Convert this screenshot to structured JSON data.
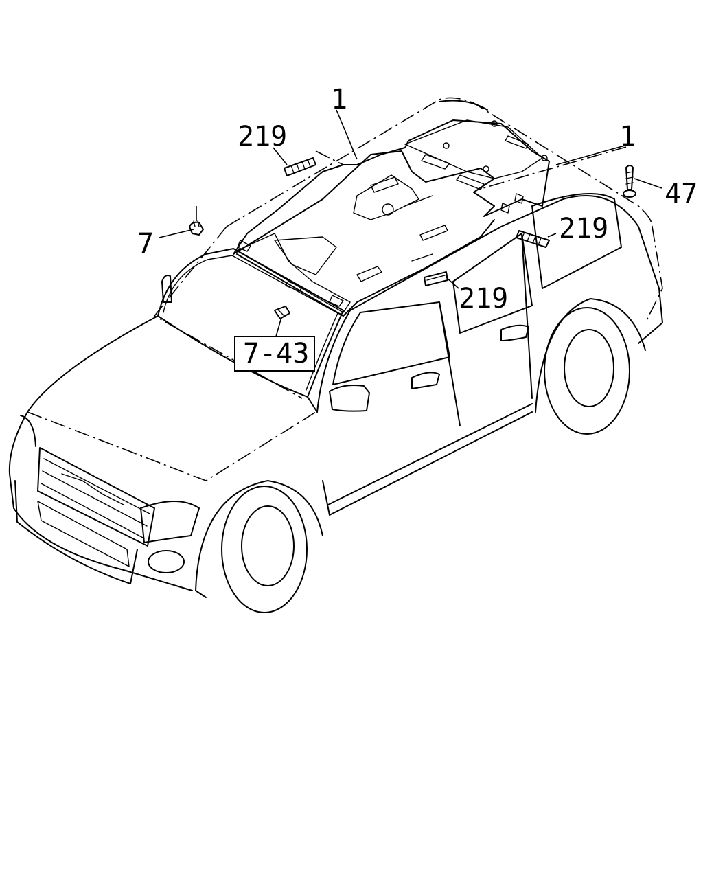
{
  "labels": {
    "headliner": "1",
    "headliner_right": "1",
    "clip_top_left": "219",
    "clip_right": "219",
    "clip_center": "219",
    "fastener": "7",
    "screw": "47",
    "reference": "7-43"
  }
}
